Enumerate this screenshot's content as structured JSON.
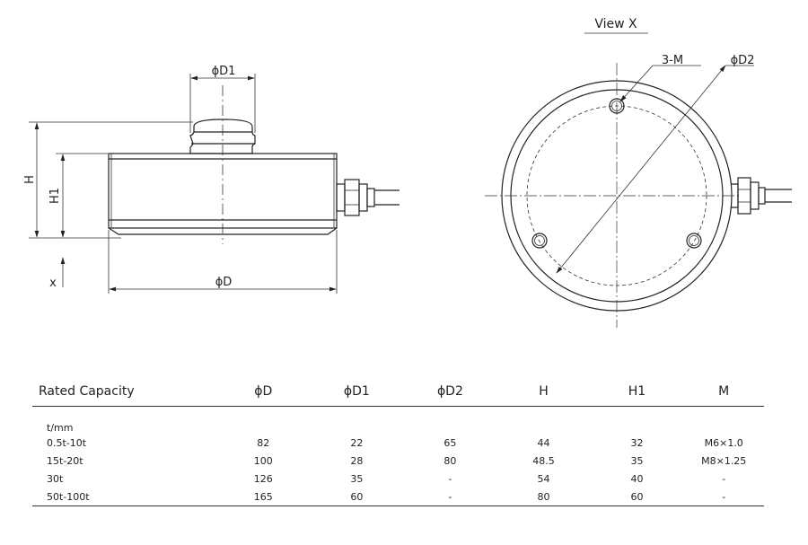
{
  "labels": {
    "view_x": "View X",
    "phi_d1": "ϕD1",
    "phi_d": "ϕD",
    "h": "H",
    "h1": "H1",
    "x": "x",
    "three_m": "3-M",
    "phi_d2": "ϕD2"
  },
  "table": {
    "headers": [
      "Rated Capacity",
      "ϕD",
      "ϕD1",
      "ϕD2",
      "H",
      "H1",
      "M"
    ],
    "unit": "t/mm",
    "rows": [
      [
        "0.5t-10t",
        "82",
        "22",
        "65",
        "44",
        "32",
        "M6×1.0"
      ],
      [
        "15t-20t",
        "100",
        "28",
        "80",
        "48.5",
        "35",
        "M8×1.25"
      ],
      [
        "30t",
        "126",
        "35",
        "-",
        "54",
        "40",
        "-"
      ],
      [
        "50t-100t",
        "165",
        "60",
        "-",
        "80",
        "60",
        "-"
      ]
    ]
  }
}
